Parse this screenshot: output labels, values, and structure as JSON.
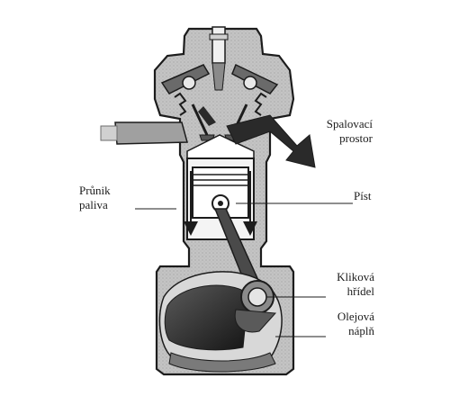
{
  "labels": {
    "spalovaci_prostor": {
      "line1": "Spalovací",
      "line2": "prostor"
    },
    "prunik_paliva": {
      "line1": "Průnik",
      "line2": "paliva"
    },
    "pist": "Píst",
    "klikova_hridel": {
      "line1": "Kliková",
      "line2": "hřídel"
    },
    "olejova_napln": {
      "line1": "Olejová",
      "line2": "náplň"
    }
  },
  "colors": {
    "ink": "#1c1c1c",
    "body_gray": "#bdbdbd",
    "light_gray": "#e2e2e2",
    "mid_gray": "#8e8e8e",
    "dark_gray": "#3d3d3d"
  }
}
